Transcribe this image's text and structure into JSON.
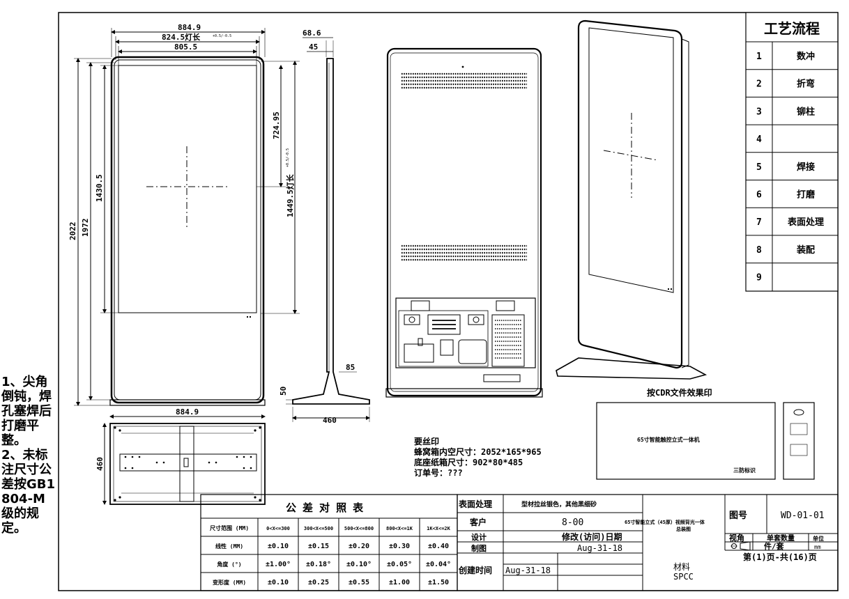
{
  "notes": {
    "n1_prefix": "1、",
    "n1_text": "尖角倒钝，焊孔塞焊后打磨平整。",
    "n2_prefix": "2、",
    "n2_text": "未标注尺寸公差按GB1804-M级的规定。"
  },
  "front_view": {
    "dim_width_top": "884.9",
    "dim_light_width": "824.5灯长",
    "dim_light_width_tol": "+0.5/-0.5",
    "dim_screen_width": "805.5",
    "dim_total_height": "2022",
    "dim_height_1972": "1972",
    "dim_screen_height": "1430.5",
    "dim_half_height": "724.95",
    "dim_light_height": "1449.5灯长",
    "dim_light_height_tol": "+0.5/-0.5"
  },
  "side_view": {
    "dim_68_6": "68.6",
    "dim_45": "45",
    "dim_85": "85",
    "dim_50": "50",
    "dim_460": "460"
  },
  "base_view": {
    "dim_width": "884.9",
    "dim_depth": "460"
  },
  "packing": {
    "line1": "要丝印",
    "line2": "蜂窝箱内空尺寸：2052*165*965",
    "line3": "底座纸箱尺寸：902*80*485",
    "line4": "订单号：???"
  },
  "label": {
    "title": "按CDR文件效果印",
    "product": "65寸智能触控立式一体机",
    "mark": "三防标识"
  },
  "process": {
    "title": "工艺流程",
    "steps": [
      {
        "no": "1",
        "name": "数冲"
      },
      {
        "no": "2",
        "name": "折弯"
      },
      {
        "no": "3",
        "name": "铆柱"
      },
      {
        "no": "4",
        "name": ""
      },
      {
        "no": "5",
        "name": "焊接"
      },
      {
        "no": "6",
        "name": "打磨"
      },
      {
        "no": "7",
        "name": "表面处理"
      },
      {
        "no": "8",
        "name": "装配"
      },
      {
        "no": "9",
        "name": ""
      }
    ]
  },
  "tolerance": {
    "title": "公 差 对 照 表",
    "header": [
      "尺寸范围 (MM)",
      "0<X<=300",
      "300<X<=500",
      "500<X<=800",
      "800<X<=1K",
      "1K<X<=2K"
    ],
    "rows": [
      [
        "线性 (MM)",
        "±0.10",
        "±0.15",
        "±0.20",
        "±0.30",
        "±0.40"
      ],
      [
        "角度 (°)",
        "±1.00°",
        "±0.18°",
        "±0.10°",
        "±0.05°",
        "±0.04°"
      ],
      [
        "变形度 (MM)",
        "±0.10",
        "±0.25",
        "±0.55",
        "±1.00",
        "±1.50"
      ]
    ]
  },
  "titleblock": {
    "surface_label": "表面处理",
    "surface_value": "型材拉丝银色，其他黑细砂",
    "customer_label": "客户",
    "customer_value": "8-00",
    "design_label": "设计",
    "revise_label": "修改(访问)日期",
    "draw_label": "制图",
    "revise_date": "Aug-31-18",
    "created_label": "创建时间",
    "created_value": "Aug-31-18",
    "drawing_name": "65寸智能立式（45厚）视频背光一体",
    "drawing_name2": "总装图",
    "drawing_no_label": "图号",
    "drawing_no": "WD-01-01",
    "view_label": "视角",
    "qty_label": "单套数量",
    "unit_label": "单位",
    "qty_value": "件/套",
    "unit_value": "mm",
    "material_label": "材料",
    "material_value": "SPCC",
    "page": "第(1)页-共(16)页"
  }
}
